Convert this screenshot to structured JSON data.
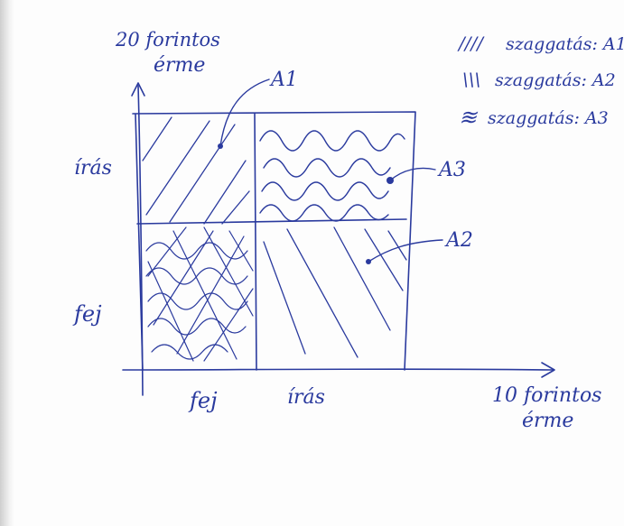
{
  "axes": {
    "y_label_line1": "20 forintos",
    "y_label_line2": "érme",
    "x_label_line1": "10 forintos",
    "x_label_line2": "érme",
    "y_ticks": [
      "írás",
      "fej"
    ],
    "x_ticks": [
      "fej",
      "írás"
    ]
  },
  "regions": {
    "a1": "A1",
    "a2": "A2",
    "a3": "A3"
  },
  "legend": {
    "row1_symbol": "////",
    "row1_text": "szaggatás: A1",
    "row2_symbol": "\\\\\\",
    "row2_text": "szaggatás: A2",
    "row3_symbol": "≋",
    "row3_text": "szaggatás: A3"
  },
  "colors": {
    "ink": "#2a3a9e",
    "paper": "#fdfdfd"
  }
}
